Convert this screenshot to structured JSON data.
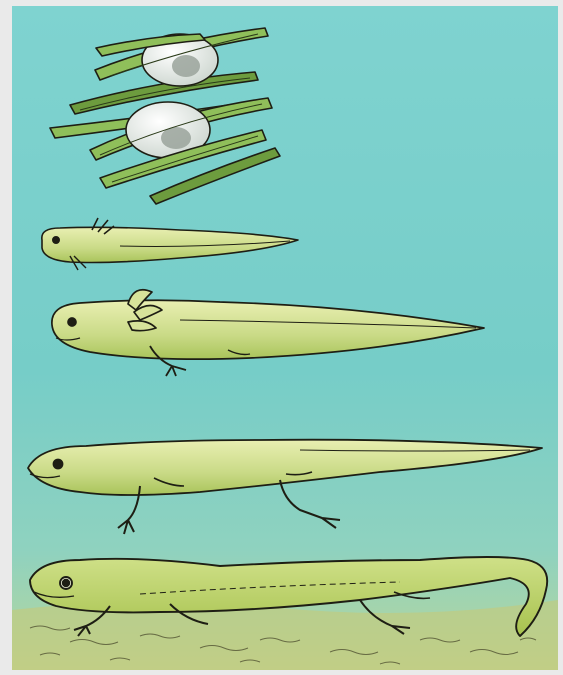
{
  "illustration": {
    "subject": "newt-life-cycle",
    "stages": [
      {
        "name": "eggs"
      },
      {
        "name": "hatchling-larva"
      },
      {
        "name": "larva-with-forelegs"
      },
      {
        "name": "larva-with-four-legs"
      },
      {
        "name": "adult-newt"
      }
    ]
  },
  "colors": {
    "water_top": "#7fd3d0",
    "water_mid": "#76cdc8",
    "water_bottom": "#b9d69a",
    "ground": "#c9c874",
    "body_light": "#e9efb2",
    "body": "#bfd37a",
    "body_dark": "#9fbd4f",
    "outline": "#1e1e14",
    "egg": "#eef2ee",
    "leaf": "#8fbf5a",
    "leaf_dark": "#6d9c3e",
    "frame": "#eaeaea"
  }
}
